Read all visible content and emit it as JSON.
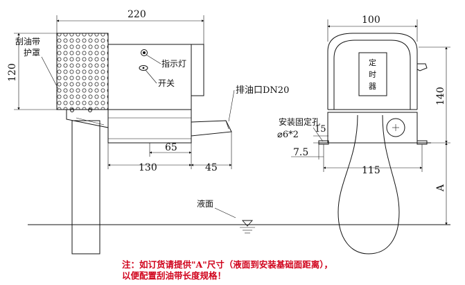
{
  "labels": {
    "belt_cover_l1": "刮油带",
    "belt_cover_l2": "护罩",
    "indicator": "指示灯",
    "switch": "开关",
    "outlet": "排油口DN20",
    "timer_1": "定",
    "timer_2": "时",
    "timer_3": "器",
    "mount_hole": "安装固定孔",
    "hole_spec": "⌀6*2",
    "liquid": "液面"
  },
  "dims": {
    "w220": "220",
    "h120": "120",
    "d65": "65",
    "d130": "130",
    "d45": "45",
    "w100": "100",
    "h140": "140",
    "d15": "15",
    "d7_5": "7.5",
    "d115": "115",
    "a": "A"
  },
  "note": {
    "line1": "注：如订货请提供\"A\"尺寸（液面到安装基础面距离），",
    "line2": "以便配置刮油带长度规格！"
  },
  "colors": {
    "line": "#111111",
    "note": "#d0021b",
    "background": "#ffffff"
  }
}
